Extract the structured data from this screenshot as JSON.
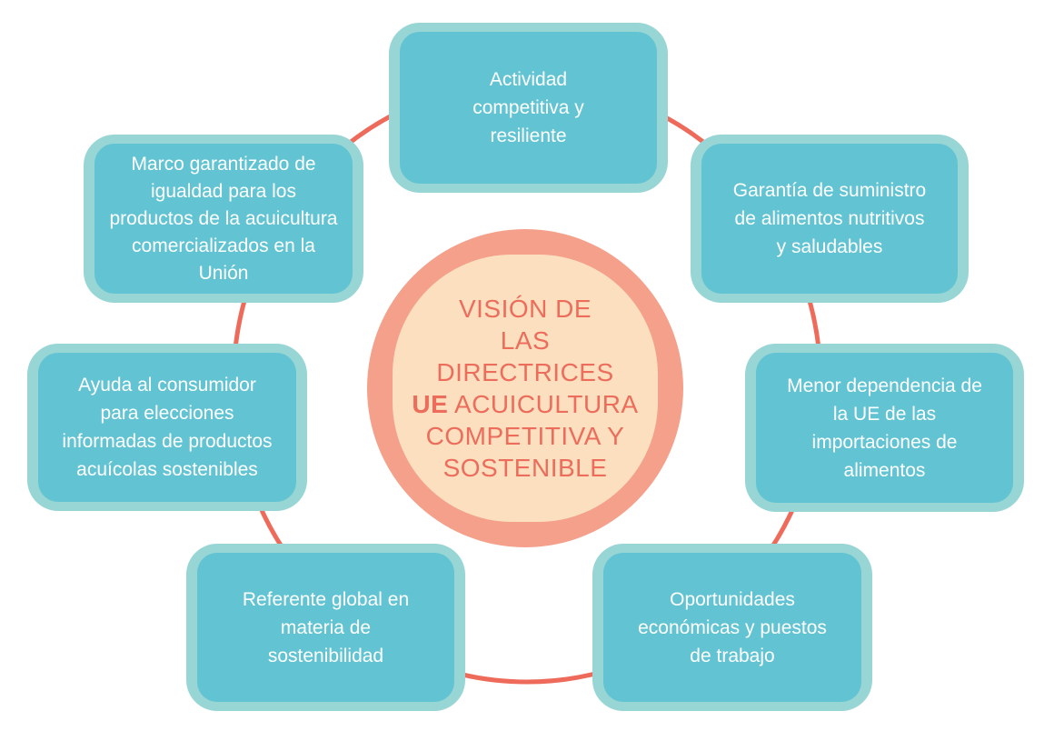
{
  "center": {
    "lines": [
      "VISIÓN DE",
      "LAS",
      "DIRECTRICES"
    ],
    "bold": "UE",
    "line4_rest": " ACUICULTURA",
    "line5": "COMPETITIVA Y",
    "line6": "SOSTENIBLE"
  },
  "boxes": [
    "Actividad\ncompetitiva y\nresiliente",
    "Garantía de suministro\nde alimentos nutritivos\ny saludables",
    "Menor dependencia de\nla UE de las\nimportaciones de\nalimentos",
    "Oportunidades\neconómicas y puestos\nde trabajo",
    "Referente global en\nmateria de\nsostenibilidad",
    "Ayuda al consumidor\npara elecciones\ninformadas de productos\nacuícolas sostenibles",
    "Marco garantizado de\nigualdad para los\nproductos de la acuicultura\ncomercializados en la\nUnión"
  ],
  "colors": {
    "ring": "#ee6b5b",
    "box_outer": "#98d5d5",
    "box_inner": "#62c4d3",
    "center_outer": "#f4a08b",
    "center_inner": "#fcdfbf"
  }
}
